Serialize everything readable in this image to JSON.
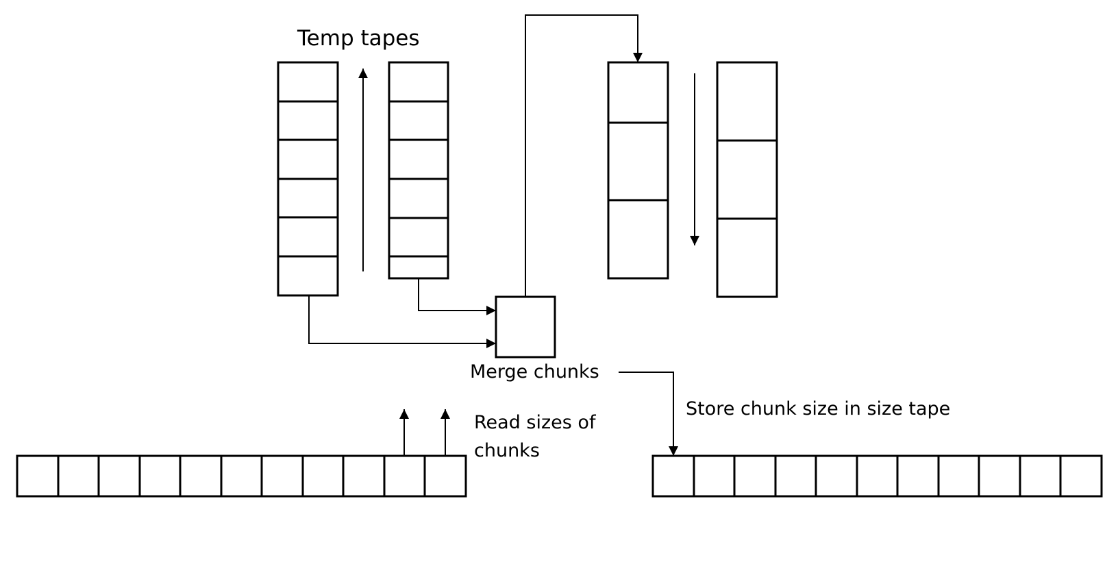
{
  "labels": {
    "temp_tapes": "Temp tapes",
    "merge_chunks": "Merge chunks",
    "store_size": "Store chunk size in size tape",
    "read_sizes_line1": "Read sizes of",
    "read_sizes_line2": "chunks"
  },
  "colors": {
    "stroke": "#000000",
    "background": "#ffffff"
  }
}
